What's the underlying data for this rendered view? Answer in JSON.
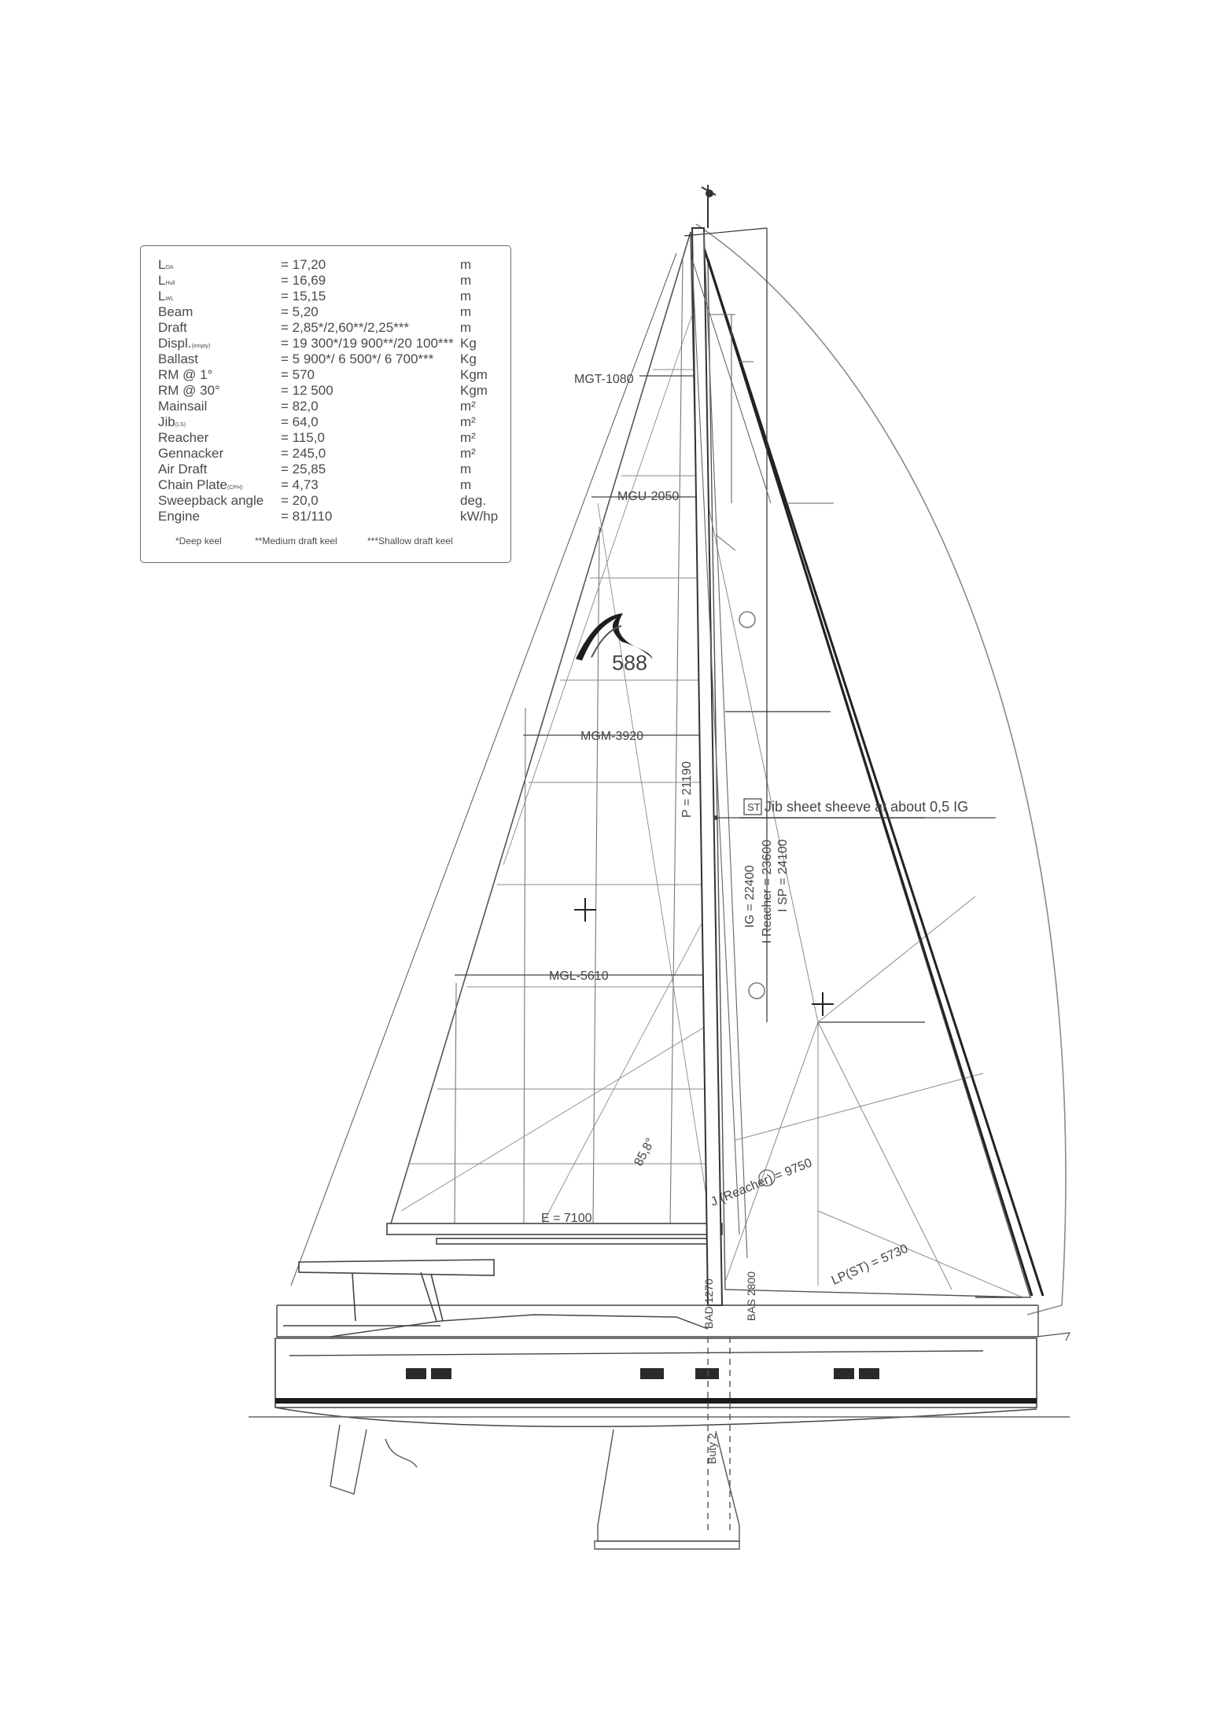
{
  "specs": [
    {
      "label": "L",
      "sub": "OA",
      "value": "= 17,20",
      "unit": "m"
    },
    {
      "label": "L",
      "sub": "Hull",
      "value": "= 16,69",
      "unit": "m"
    },
    {
      "label": "L",
      "sub": "WL",
      "value": "= 15,15",
      "unit": "m"
    },
    {
      "label": "Beam",
      "sub": "",
      "value": "= 5,20",
      "unit": "m"
    },
    {
      "label": "Draft",
      "sub": "",
      "value": "= 2,85*/2,60**/2,25***",
      "unit": "m"
    },
    {
      "label": "Displ.",
      "sub": "(empty)",
      "value": "= 19 300*/19 900**/20 100***",
      "unit": "Kg"
    },
    {
      "label": "Ballast",
      "sub": "",
      "value": "= 5 900*/ 6 500*/ 6 700***",
      "unit": "Kg"
    },
    {
      "label": "RM @  1°",
      "sub": "",
      "value": "= 570",
      "unit": "Kgm"
    },
    {
      "label": "RM @  30°",
      "sub": "",
      "value": "= 12 500",
      "unit": "Kgm"
    },
    {
      "label": "Mainsail",
      "sub": "",
      "value": "= 82,0",
      "unit": "m²"
    },
    {
      "label": "Jib",
      "sub": "(LS)",
      "value": "= 64,0",
      "unit": "m²"
    },
    {
      "label": "Reacher",
      "sub": "",
      "value": "= 115,0",
      "unit": "m²"
    },
    {
      "label": "Gennacker",
      "sub": "",
      "value": "= 245,0",
      "unit": "m²"
    },
    {
      "label": "Air Draft",
      "sub": "",
      "value": "= 25,85",
      "unit": "m"
    },
    {
      "label": "Chain Plate",
      "sub": "(CPH)",
      "value": "= 4,73",
      "unit": "m"
    },
    {
      "label": "Sweepback angle",
      "sub": "",
      "value": "= 20,0",
      "unit": "deg."
    },
    {
      "label": "Engine",
      "sub": "",
      "value": "= 81/110",
      "unit": "kW/hp"
    }
  ],
  "notes": {
    "deep": "*Deep keel",
    "medium": "**Medium draft keel",
    "shallow": "***Shallow draft keel"
  },
  "logo_number": "588",
  "dimensions": {
    "mgt": "MGT-1080",
    "mgu": "MGU-2050",
    "mgm": "MGM-3920",
    "mgl": "MGL-5610",
    "p": "P = 21190",
    "e": "E = 7100",
    "angle": "85,8°",
    "ig": "IG = 22400",
    "i_reacher": "I Reacher = 23600",
    "isp": "I SP = 24100",
    "j_reacher": "J (Reacher) = 9750",
    "lp": "LP(ST) = 5730",
    "jib_note_tag": "ST",
    "jib_note": "Jib sheet sheeve at about 0,5 IG",
    "bad": "BAD 1270",
    "bas": "BAS 2800",
    "buty": "Buty 2"
  },
  "colors": {
    "line": "#3f3f3f",
    "light_line": "#777777",
    "hull_stripe": "#1a1a1a",
    "background": "#ffffff"
  }
}
